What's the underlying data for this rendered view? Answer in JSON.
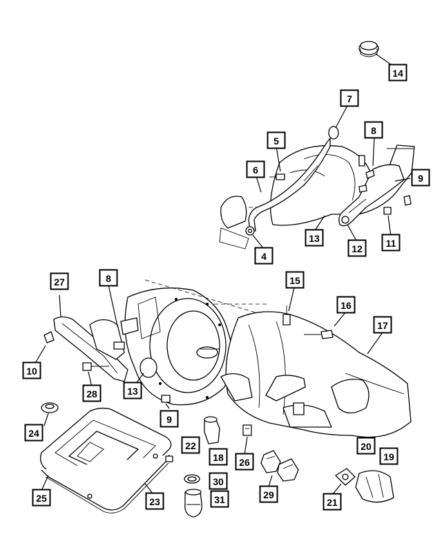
{
  "callouts": [
    {
      "id": "c14a",
      "label": "14",
      "part": "oil-filler-cap"
    },
    {
      "id": "c7",
      "label": "7",
      "part": "dipstick"
    },
    {
      "id": "c8a",
      "label": "8",
      "part": "bracket-upper"
    },
    {
      "id": "c5",
      "label": "5",
      "part": "screw"
    },
    {
      "id": "c6",
      "label": "6",
      "part": "fill-tube"
    },
    {
      "id": "c9a",
      "label": "9",
      "part": "bolt-upper"
    },
    {
      "id": "c13a",
      "label": "13",
      "part": "dust-shield-upper"
    },
    {
      "id": "c12",
      "label": "12",
      "part": "support"
    },
    {
      "id": "c11",
      "label": "11",
      "part": "bolt-support"
    },
    {
      "id": "c4",
      "label": "4",
      "part": "o-ring"
    },
    {
      "id": "c27",
      "label": "27",
      "part": "strut"
    },
    {
      "id": "c8b",
      "label": "8",
      "part": "bracket-lower"
    },
    {
      "id": "c15",
      "label": "15",
      "part": "vent"
    },
    {
      "id": "c16",
      "label": "16",
      "part": "bolt-housing"
    },
    {
      "id": "c17",
      "label": "17",
      "part": "transmission"
    },
    {
      "id": "c10",
      "label": "10",
      "part": "bolt-strut"
    },
    {
      "id": "c28",
      "label": "28",
      "part": "bolt-converter"
    },
    {
      "id": "c13b",
      "label": "13",
      "part": "dust-shield-lower"
    },
    {
      "id": "c9b",
      "label": "9",
      "part": "bolt-lower"
    },
    {
      "id": "c20",
      "label": "20",
      "part": "bracket-valve"
    },
    {
      "id": "c19",
      "label": "19",
      "part": "seal"
    },
    {
      "id": "c24",
      "label": "24",
      "part": "plug-seal"
    },
    {
      "id": "c22",
      "label": "22",
      "part": "plug"
    },
    {
      "id": "c18",
      "label": "18",
      "part": "fitting"
    },
    {
      "id": "c26",
      "label": "26",
      "part": "clip"
    },
    {
      "id": "c30",
      "label": "30",
      "part": "washer"
    },
    {
      "id": "c29",
      "label": "29",
      "part": "sensors"
    },
    {
      "id": "c25",
      "label": "25",
      "part": "oil-pan"
    },
    {
      "id": "c23",
      "label": "23",
      "part": "pan-gasket"
    },
    {
      "id": "c31",
      "label": "31",
      "part": "sensor-bottom"
    },
    {
      "id": "c21",
      "label": "21",
      "part": "solenoid"
    }
  ]
}
